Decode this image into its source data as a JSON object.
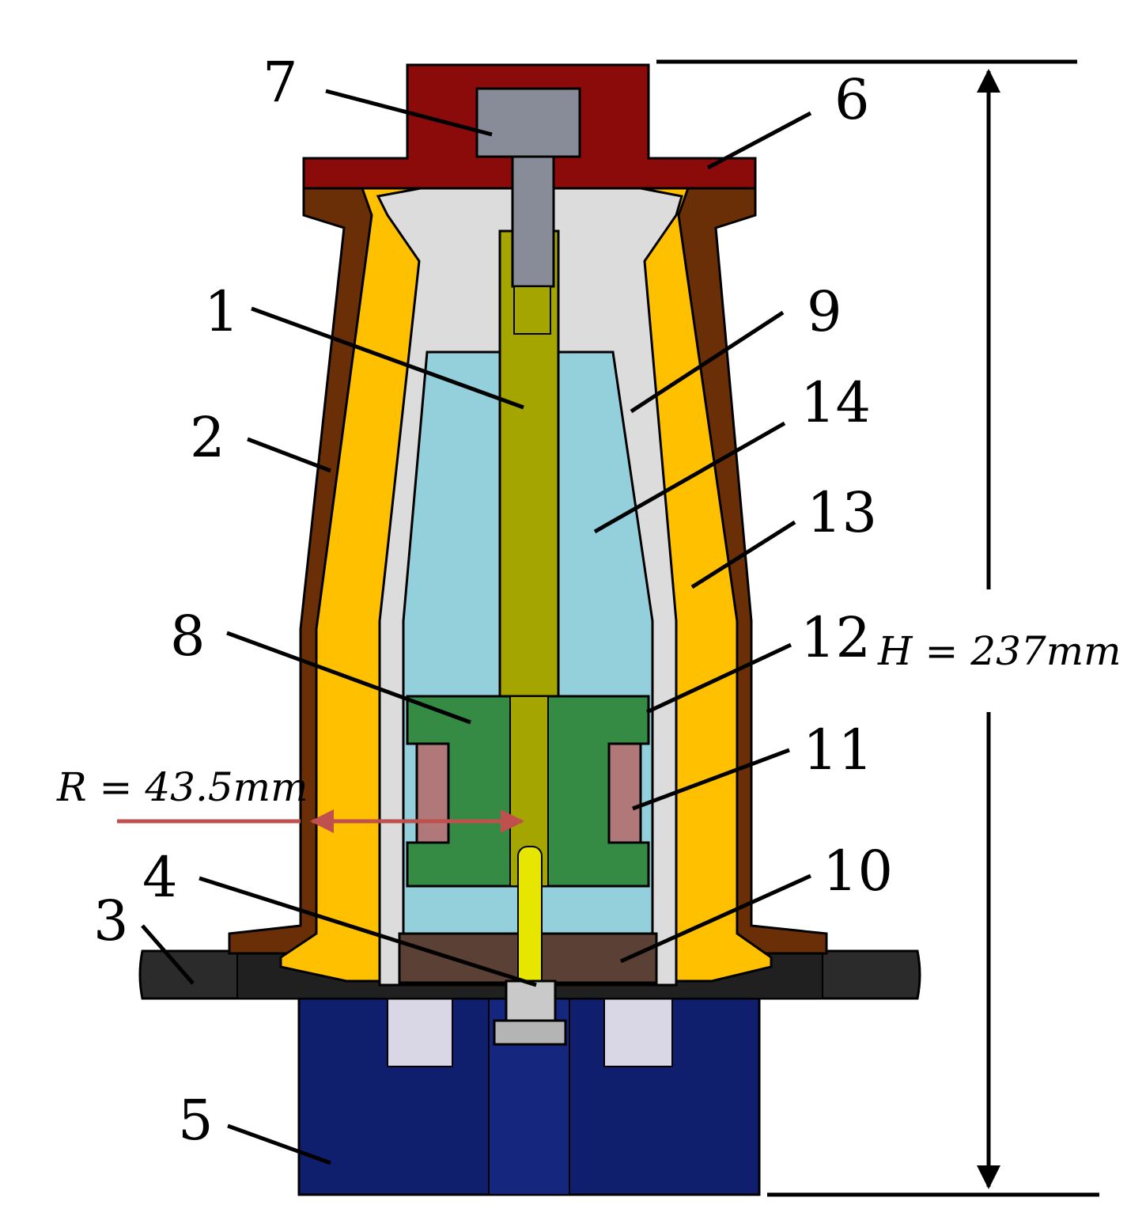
{
  "labels": {
    "n1": "1",
    "n2": "2",
    "n3": "3",
    "n4": "4",
    "n5": "5",
    "n6": "6",
    "n7": "7",
    "n8": "8",
    "n9": "9",
    "n10": "10",
    "n11": "11",
    "n12": "12",
    "n13": "13",
    "n14": "14"
  },
  "dimensions": {
    "height_label": "H = 237mm",
    "radius_label": "R = 43.5mm"
  },
  "colors": {
    "cap_red": "#8b0a0a",
    "shell_brown": "#6b2f07",
    "insulation_yellow": "#ffc000",
    "liner_grey": "#dcdcdc",
    "core_blue": "#94cfdc",
    "rod_olive": "#a5a500",
    "coil_green": "#358a44",
    "magnet_pink": "#b07878",
    "base_navy": "#0f1f6e",
    "flange_black": "#2b2b2b",
    "plate_brown": "#5a4035",
    "screw_grey": "#878c98",
    "arrow_red": "#c0504d"
  }
}
